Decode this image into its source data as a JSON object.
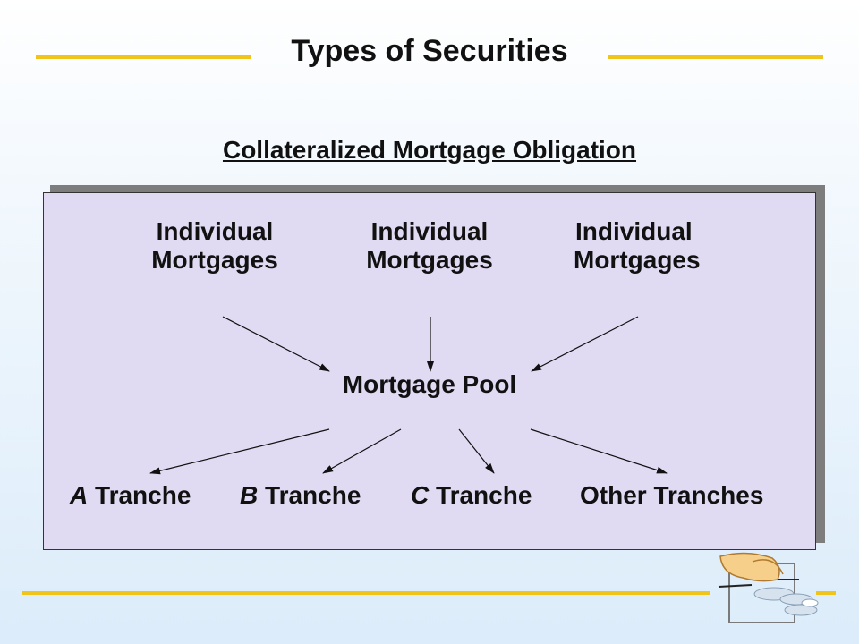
{
  "title": "Types of Securities",
  "subtitle": "Collateralized Mortgage Obligation",
  "sources": [
    {
      "line1": "Individual",
      "line2": "Mortgages"
    },
    {
      "line1": "Individual",
      "line2": "Mortgages"
    },
    {
      "line1": "Individual",
      "line2": "Mortgages"
    }
  ],
  "pool": "Mortgage Pool",
  "tranches": [
    {
      "letter": "A",
      "rest": " Tranche"
    },
    {
      "letter": "B",
      "rest": " Tranche"
    },
    {
      "letter": "C",
      "rest": " Tranche"
    },
    {
      "letter": "",
      "rest": "Other Tranches"
    }
  ],
  "colors": {
    "accent_rule": "#f0c419",
    "panel": "#e1daf3",
    "panel_shadow": "#7d7d7d"
  }
}
